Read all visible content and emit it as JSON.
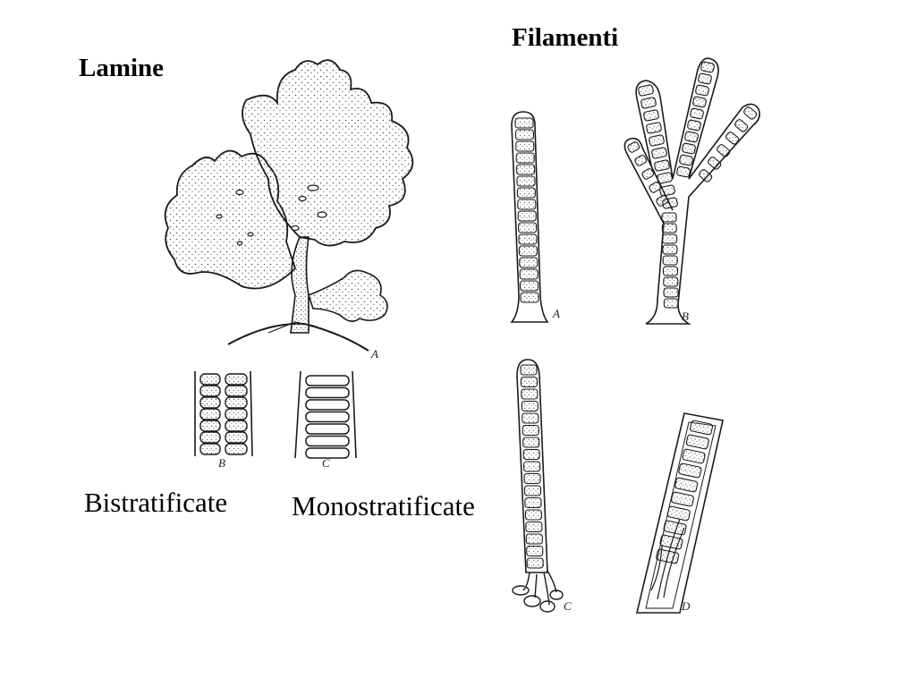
{
  "labels": {
    "lamine": "Lamine",
    "filamenti": "Filamenti",
    "bistratificate": "Bistratificate",
    "monostratificate": "Monostratificate"
  },
  "figure_letters": {
    "thallus": "A",
    "section_bi": "B",
    "section_mono": "C",
    "fil_a": "A",
    "fil_b": "B",
    "fil_c": "C",
    "fil_d": "D"
  },
  "colors": {
    "ink": "#1a1a1a",
    "stipple": "#555555"
  }
}
